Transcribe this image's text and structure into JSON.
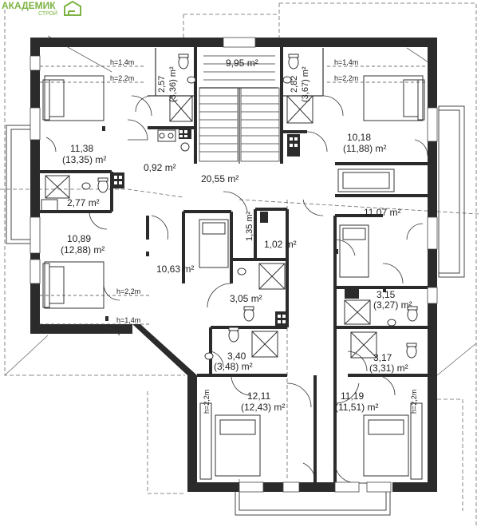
{
  "logo": {
    "brand": "АКАДЕМИК",
    "sub": "СТРОЙ"
  },
  "rooms": {
    "stair_hall": "9,95 m²",
    "bed_nw": "11,38",
    "bed_nw_full": "(13,35) m²",
    "wc_nw": "2,57",
    "wc_nw_full": "(3,36) m²",
    "wc_ne": "2,82",
    "wc_ne_full": "(3,67) m²",
    "bed_ne": "10,18",
    "bed_ne_full": "(11,88) m²",
    "closet_small": "0,92 m²",
    "hall_main": "20,55 m²",
    "bath_w": "2,77 m²",
    "bed_w": "10,89",
    "bed_w_full": "(12,88) m²",
    "storage_135": "1,35 m²",
    "closet_102": "1,02 m²",
    "bed_e": "11,07 m²",
    "bed_center": "10,63 m²",
    "wc_center": "3,05 m²",
    "wc_e1": "3,15",
    "wc_e1_full": "(3,27) m²",
    "wc_sw": "3,40",
    "wc_sw_full": "(3,48) m²",
    "wc_e2": "3,17",
    "wc_e2_full": "(3,31) m²",
    "bed_sw": "12,11",
    "bed_sw_full": "(12,43) m²",
    "bed_se": "11,19",
    "bed_se_full": "(11,51) m²"
  },
  "heights": {
    "h14": "h=1,4m",
    "h22": "h=2,2m"
  },
  "colors": {
    "wall": "#2b2b2b",
    "dash": "#555555",
    "fixture": "#333333",
    "brand": "#7cb342"
  }
}
